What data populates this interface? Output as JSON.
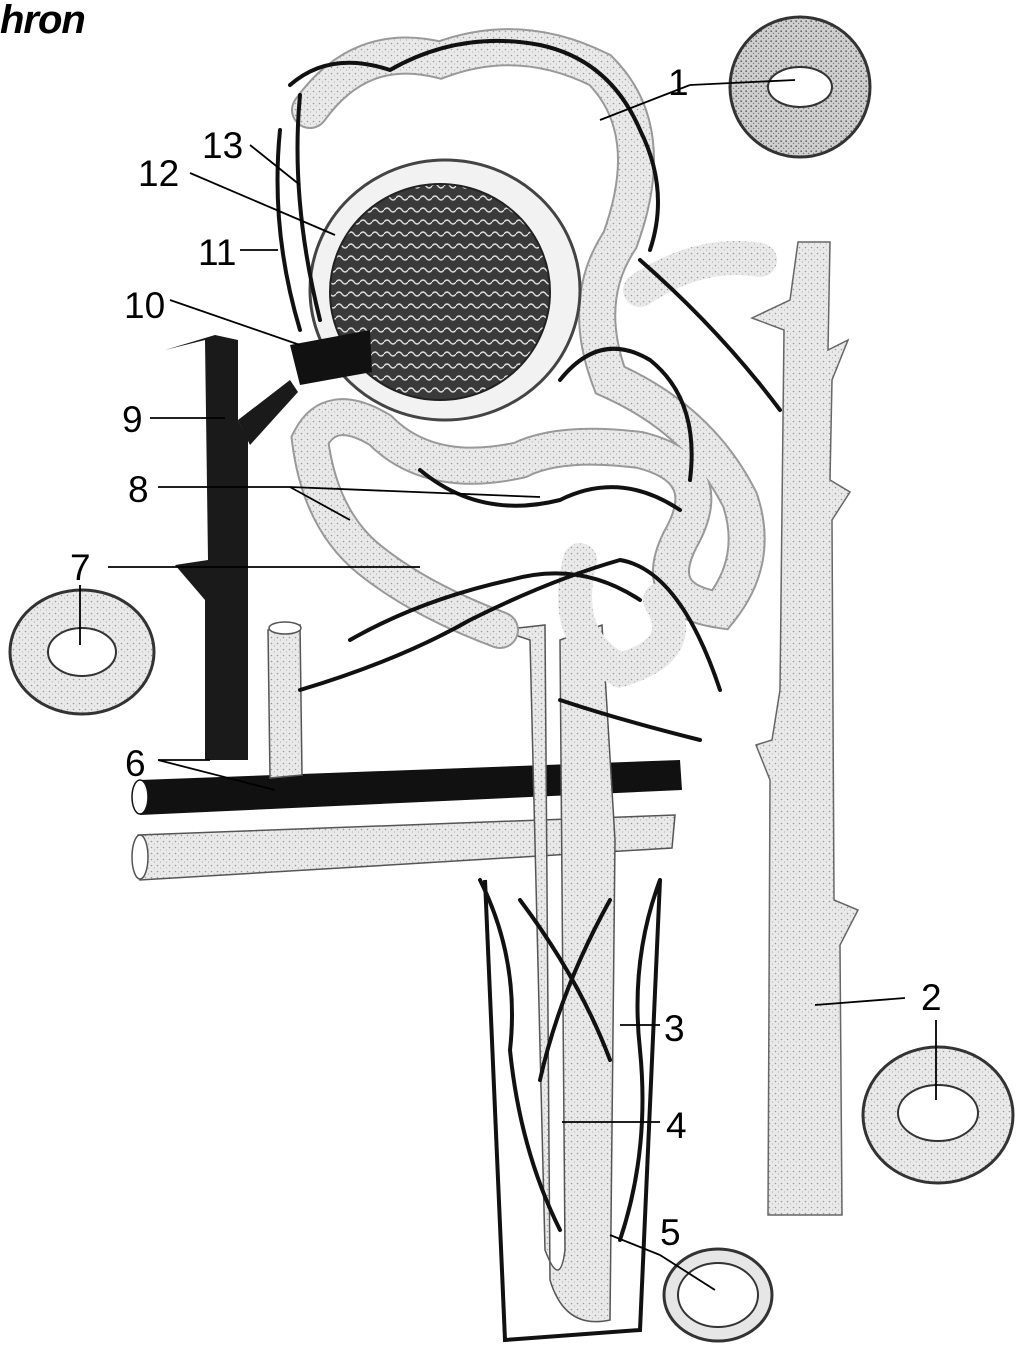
{
  "title": "hron",
  "labels": [
    "1",
    "2",
    "3",
    "4",
    "5",
    "6",
    "7",
    "8",
    "9",
    "10",
    "11",
    "12",
    "13"
  ]
}
